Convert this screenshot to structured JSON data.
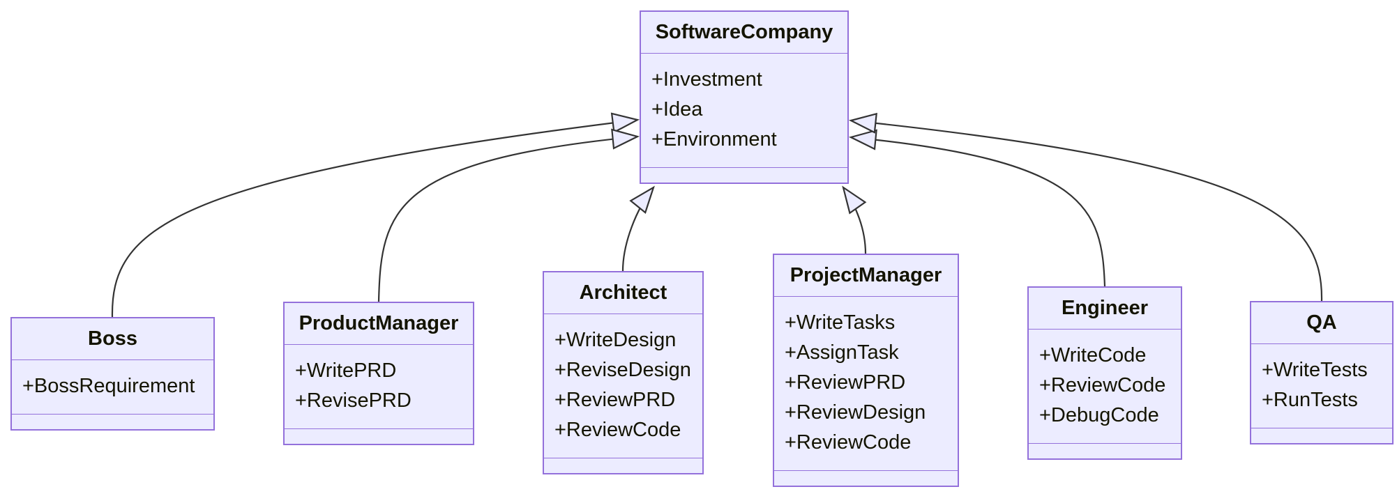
{
  "diagram": {
    "type": "uml-class-diagram",
    "colors": {
      "node_fill": "#ECECFF",
      "node_border": "#9370DB",
      "edge_color": "#333333",
      "text_color": "#131300",
      "background": "#ffffff"
    },
    "classes": [
      {
        "id": "SoftwareCompany",
        "title": "SoftwareCompany",
        "attributes": [
          "+Investment",
          "+Idea",
          "+Environment"
        ],
        "methods": []
      },
      {
        "id": "Boss",
        "title": "Boss",
        "attributes": [
          "+BossRequirement"
        ],
        "methods": []
      },
      {
        "id": "ProductManager",
        "title": "ProductManager",
        "attributes": [
          "+WritePRD",
          "+RevisePRD"
        ],
        "methods": []
      },
      {
        "id": "Architect",
        "title": "Architect",
        "attributes": [
          "+WriteDesign",
          "+ReviseDesign",
          "+ReviewPRD",
          "+ReviewCode"
        ],
        "methods": []
      },
      {
        "id": "ProjectManager",
        "title": "ProjectManager",
        "attributes": [
          "+WriteTasks",
          "+AssignTask",
          "+ReviewPRD",
          "+ReviewDesign",
          "+ReviewCode"
        ],
        "methods": []
      },
      {
        "id": "Engineer",
        "title": "Engineer",
        "attributes": [
          "+WriteCode",
          "+ReviewCode",
          "+DebugCode"
        ],
        "methods": []
      },
      {
        "id": "QA",
        "title": "QA",
        "attributes": [
          "+WriteTests",
          "+RunTests"
        ],
        "methods": []
      }
    ],
    "relations": [
      {
        "from": "Boss",
        "to": "SoftwareCompany",
        "type": "inheritance",
        "arrowhead": "hollow-triangle"
      },
      {
        "from": "ProductManager",
        "to": "SoftwareCompany",
        "type": "inheritance",
        "arrowhead": "hollow-triangle"
      },
      {
        "from": "Architect",
        "to": "SoftwareCompany",
        "type": "inheritance",
        "arrowhead": "hollow-triangle"
      },
      {
        "from": "ProjectManager",
        "to": "SoftwareCompany",
        "type": "inheritance",
        "arrowhead": "hollow-triangle"
      },
      {
        "from": "Engineer",
        "to": "SoftwareCompany",
        "type": "inheritance",
        "arrowhead": "hollow-triangle"
      },
      {
        "from": "QA",
        "to": "SoftwareCompany",
        "type": "inheritance",
        "arrowhead": "hollow-triangle"
      }
    ]
  }
}
